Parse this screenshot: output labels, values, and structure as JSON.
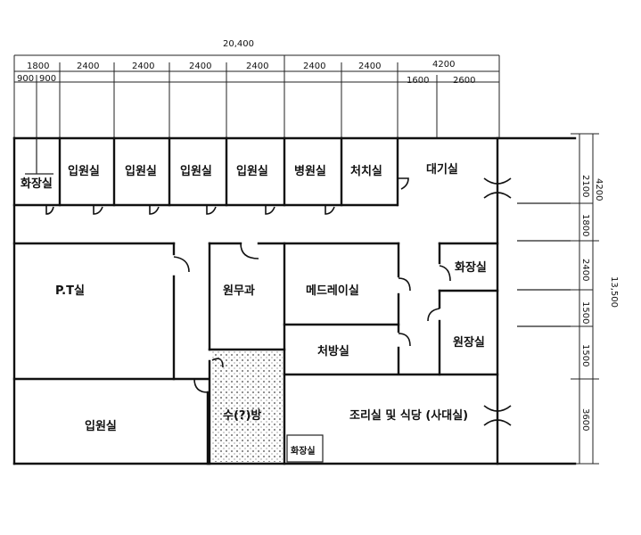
{
  "dimensions": {
    "overall_width": "20,400",
    "top_segments": [
      "1800",
      "2400",
      "2400",
      "2400",
      "2400",
      "2400",
      "2400",
      "4200"
    ],
    "top_subsegments_left": [
      "900",
      "900"
    ],
    "top_subsegments_right": [
      "1600",
      "2600"
    ],
    "right_segments": [
      "2100",
      "1800",
      "2400",
      "1500",
      "1500",
      "3600"
    ],
    "right_group_label": "4200",
    "overall_height": "13,500"
  },
  "rooms": {
    "room_1": "화장실",
    "room_2": "입원실",
    "room_3": "입원실",
    "room_4": "입원실",
    "room_5": "입원실",
    "room_6": "병원실",
    "room_7": "처치실",
    "waiting": "대기실",
    "pt": "P.T실",
    "clinic": "원무과",
    "main_room": "메드레이실",
    "small_room": "처방실",
    "hall": "입원실",
    "nurse": "수(?)방",
    "restroom_right": "화장실",
    "office_right": "원장실",
    "dentist": "조리실 및 식당 (사대실)",
    "small_toilet": "화장실"
  }
}
